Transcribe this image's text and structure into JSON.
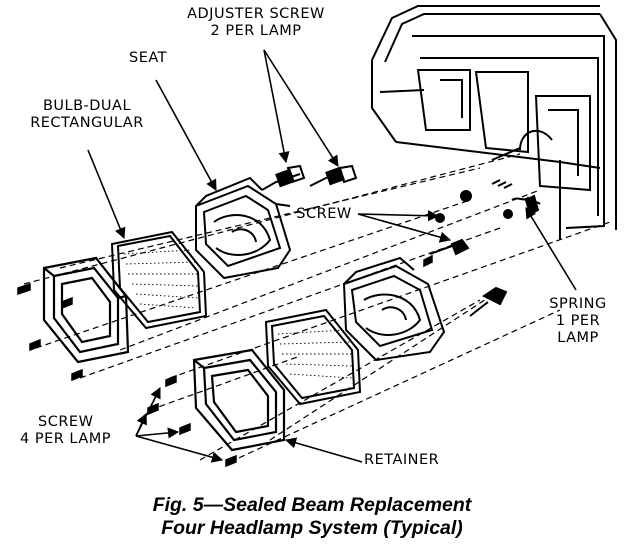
{
  "labels": {
    "adjuster_screw": {
      "line1": "ADJUSTER SCREW",
      "line2": "2 PER LAMP"
    },
    "seat": "SEAT",
    "bulb": {
      "line1": "BULB-DUAL",
      "line2": "RECTANGULAR"
    },
    "screw_mid": "SCREW",
    "spring": {
      "line1": "SPRING",
      "line2": "1 PER",
      "line3": "LAMP"
    },
    "screw_bottom": {
      "line1": "SCREW",
      "line2": "4 PER LAMP"
    },
    "retainer": "RETAINER"
  },
  "caption": {
    "line1": "Fig. 5—Sealed Beam Replacement",
    "line2": "Four Headlamp System (Typical)"
  }
}
